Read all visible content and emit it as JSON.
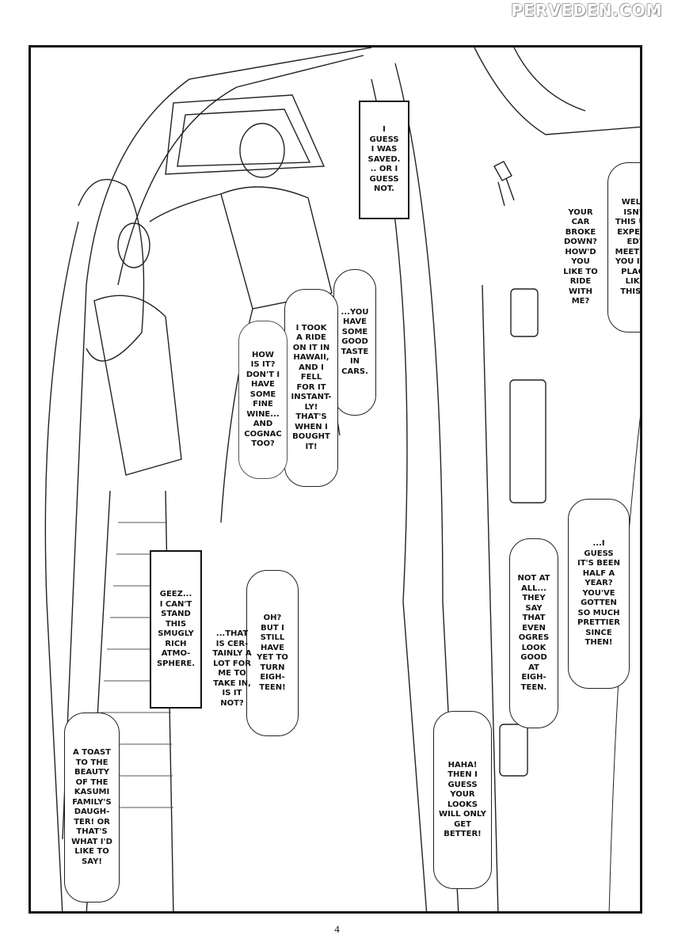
{
  "watermark": "PERVEDEN.COM",
  "page_number": "4",
  "bubbles": {
    "saved": "I\nGUESS\nI WAS\nSAVED.\n.. OR I\nGUESS\nNOT.",
    "wellisnt": "WELL,\nISN'T\nTHIS UN-\nEXPECT-\nED?\nMEETING\nYOU IN A\nPLACE\nLIKE\nTHIS...",
    "yourcar": "YOUR\nCAR\nBROKE\nDOWN?\nHOW'D\nYOU\nLIKE TO\nRIDE\nWITH\nME?",
    "taste": "...YOU\nHAVE\nSOME\nGOOD\nTASTE\nIN\nCARS.",
    "hawaii": "I TOOK\nA RIDE\nON IT IN\nHAWAII,\nAND I\nFELL\nFOR IT\nINSTANT-\nLY!\nTHAT'S\nWHEN I\nBOUGHT\nIT!",
    "wine": "HOW\nIS IT?\nDON'T I\nHAVE\nSOME\nFINE\nWINE...\nAND\nCOGNAC\nTOO?",
    "geez": "GEEZ...\nI CAN'T\nSTAND\nTHIS\nSMUGLY\nRICH\nATMO-\nSPHERE.",
    "butstill": "OH?\nBUT I\nSTILL\nHAVE\nYET TO\nTURN\nEIGH-\nTEEN!",
    "certainly": "...THAT\nIS CER-\nTAINLY A\nLOT FOR\nME TO\nTAKE IN,\nIS IT\nNOT?",
    "halfyear": "...I\nGUESS\nIT'S BEEN\nHALF A\nYEAR?\nYOU'VE\nGOTTEN\nSO MUCH\nPRETTIER\nSINCE\nTHEN!",
    "ogres": "NOT AT\nALL...\nTHEY\nSAY\nTHAT\nEVEN\nOGRES\nLOOK\nGOOD\nAT\nEIGH-\nTEEN.",
    "haha": "HAHA!\nTHEN I\nGUESS\nYOUR\nLOOKS\nWILL ONLY\nGET\nBETTER!",
    "toast": "A TOAST\nTO THE\nBEAUTY\nOF THE\nKASUMI\nFAMILY'S\nDAUGH-\nTER! OR\nTHAT'S\nWHAT I'D\nLIKE TO\nSAY!"
  }
}
